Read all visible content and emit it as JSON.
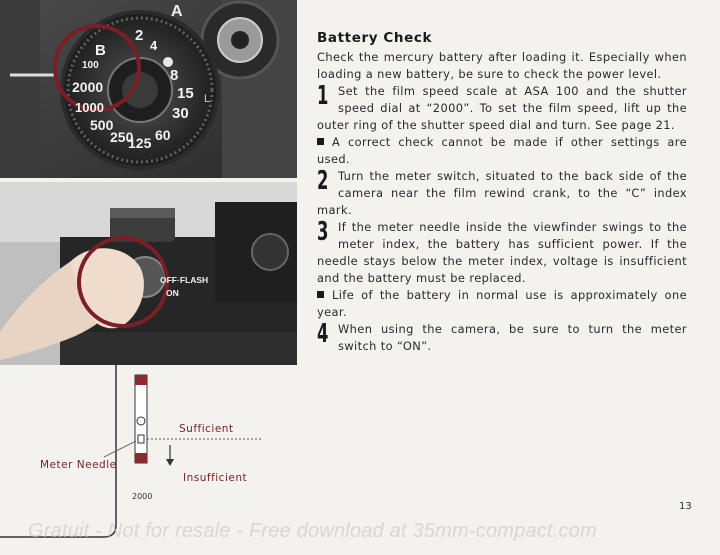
{
  "title": "Battery Check",
  "intro": "Check the mercury battery after loading it.  Especially when loading a new battery, be sure to check the power level.",
  "steps": [
    {
      "num": "1",
      "text": "Set the film speed scale at ASA 100 and the shutter speed dial at “2000”.  To set the film speed, lift up the outer ring of the shutter speed dial and turn.  See page 21."
    },
    {
      "num": "2",
      "text": "Turn the meter switch, situated to the back side of the camera near the film rewind crank, to the “C” index mark."
    },
    {
      "num": "3",
      "text": "If the meter needle inside the viewfinder swings to the meter index, the battery has sufficient power.  If the needle stays below the meter index, voltage is insufficient and the battery must be replaced."
    },
    {
      "num": "4",
      "text": "When using the camera, be sure to turn the meter switch to “ON”."
    }
  ],
  "notes": [
    "A correct check cannot be made if other settings are used.",
    "Life of the battery in normal use is approximately one year."
  ],
  "photo_top": {
    "dial_labels": [
      "B",
      "2",
      "4",
      "8",
      "15",
      "30",
      "60",
      "125",
      "250",
      "500",
      "1000",
      "2000"
    ],
    "asa_label": "100",
    "corner_label": "A",
    "mark_l": "L"
  },
  "photo_bottom": {
    "switch_label": "OFF·FLASH",
    "switch_on": "ON"
  },
  "diagram": {
    "sufficient": "Sufficient",
    "insufficient": "Insufficient",
    "meter_needle": "Meter Needle",
    "dial_value": "2000"
  },
  "page_number": "13",
  "watermark": "Gratuit - Not for resale - Free download at 35mm-compact.com",
  "colors": {
    "ring": "#7a1f25",
    "text": "#2a2a2a"
  }
}
